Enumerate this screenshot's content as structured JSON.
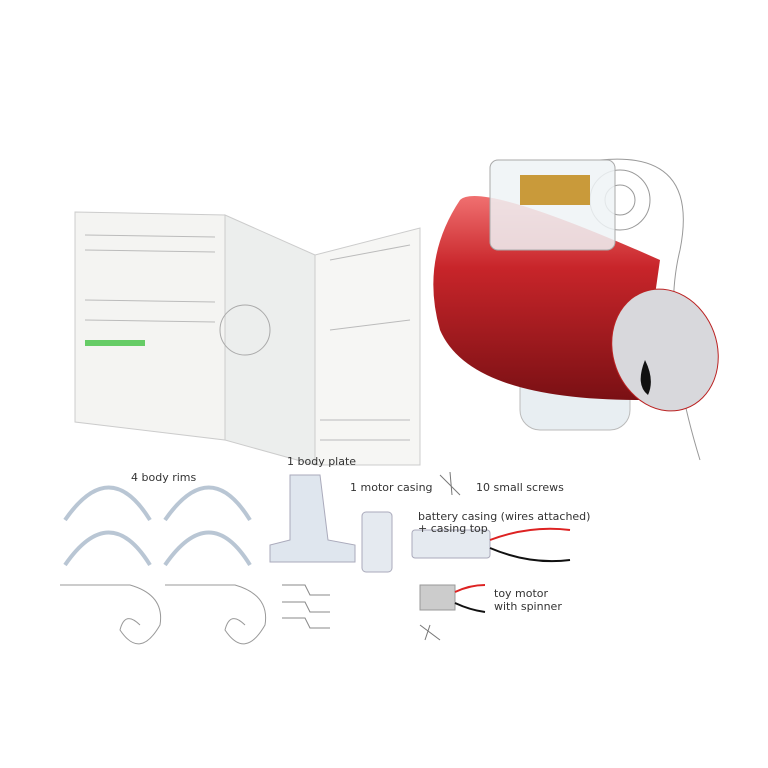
{
  "labels": {
    "body_rims": "4 body rims",
    "body_plate": "1 body plate",
    "motor_casing": "1 motor casing",
    "small_screws": "10 small screws",
    "battery_casing_line1": "battery casing (wires attached)",
    "battery_casing_line2": "+ casing top",
    "toy_motor_line1": "toy motor",
    "toy_motor_line2": "with spinner"
  },
  "colors": {
    "can_red": "#c8252a",
    "paper": "#f4f4f2",
    "plastic": "#dfe6ee"
  }
}
